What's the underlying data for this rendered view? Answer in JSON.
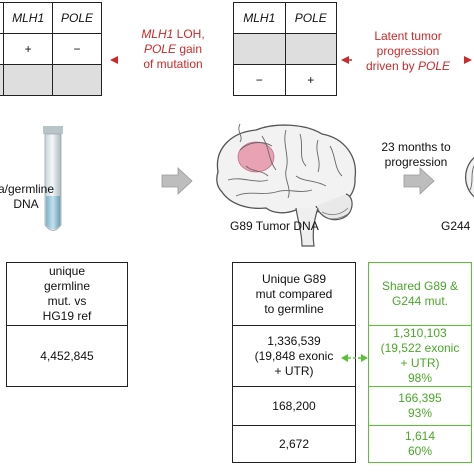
{
  "top": {
    "table_left": {
      "headers": [
        "MLH1",
        "POLE"
      ],
      "values": [
        "+",
        "−"
      ]
    },
    "arrow_left_text": {
      "line1_gene": "MLH1",
      "line1_rest": " LOH,",
      "line2_gene": "POLE",
      "line2_rest": " gain",
      "line3": "of mutation"
    },
    "table_mid": {
      "headers": [
        "MLH1",
        "POLE"
      ],
      "values": [
        "−",
        "+"
      ]
    },
    "arrow_right_text": {
      "line1": "Latent tumor",
      "line2": "progression",
      "line3_pre": "driven by ",
      "line3_gene": "POLE"
    }
  },
  "middle": {
    "germline_label_line1": "a/germline",
    "germline_label_line2": "DNA",
    "tumor_label": "G89 Tumor DNA",
    "progression_line1": "23 months to",
    "progression_line2": "progression",
    "g244_label": "G244"
  },
  "bottom": {
    "germline_table": {
      "header": [
        "unique",
        "germline",
        "mut. vs",
        "HG19 ref"
      ],
      "value": "4,452,845"
    },
    "g89_table": {
      "header": [
        "Unique G89",
        "mut compared",
        "to germline"
      ],
      "row1": [
        "1,336,539",
        "(19,848 exonic",
        "+ UTR)"
      ],
      "row2": "168,200",
      "row3": "2,672"
    },
    "shared_table": {
      "header": [
        "Shared G89 &",
        "G244 mut."
      ],
      "row1": [
        "1,310,103",
        "(19,522 exonic",
        "+ UTR)",
        "98%"
      ],
      "row2": [
        "166,395",
        "93%"
      ],
      "row3": [
        "1,614",
        "60%"
      ]
    }
  },
  "colors": {
    "red": "#cc2a2a",
    "green": "#5bc236",
    "gray_cell": "#dedede",
    "arrow_gray": "#bdbdbd"
  }
}
